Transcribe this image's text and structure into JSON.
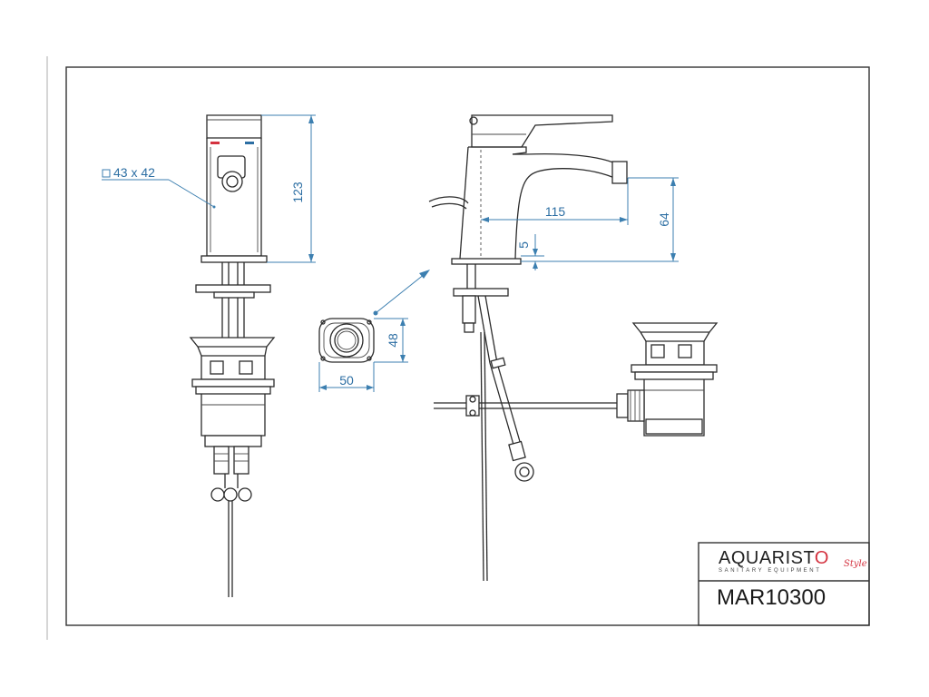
{
  "dimensions": {
    "body_size": "43 x 42",
    "height_total": "123",
    "spout_reach": "115",
    "spout_height": "64",
    "base_offset": "5",
    "base_depth": "48",
    "base_width": "50"
  },
  "title_block": {
    "brand_prefix": "AQUARIST",
    "brand_o": "O",
    "tagline": "SANITARY EQUIPMENT",
    "script": "Style",
    "product_code": "MAR10300"
  },
  "colors": {
    "dimension_line": "#3c7fb0",
    "hot_mark": "#d4323f",
    "cold_mark": "#2c6ea3"
  }
}
